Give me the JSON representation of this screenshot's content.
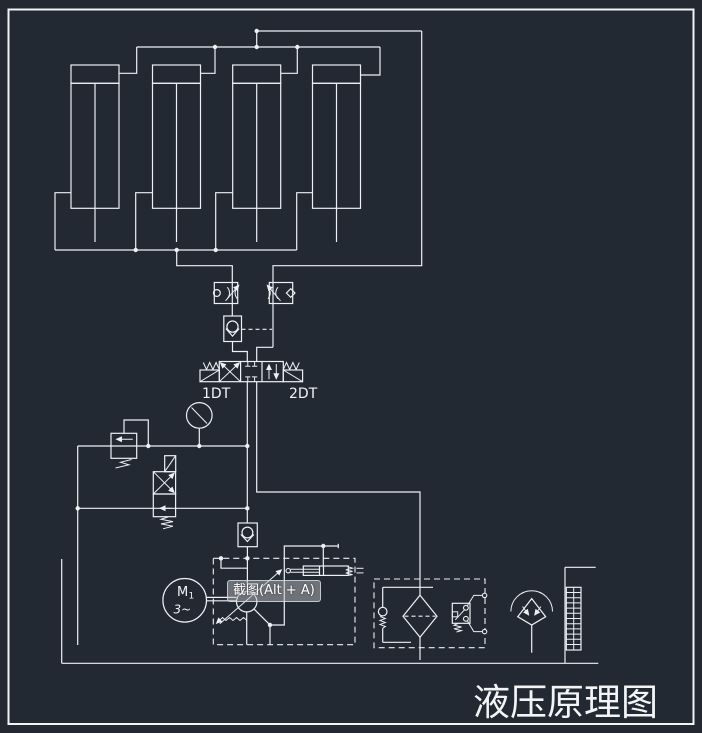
{
  "drawing": {
    "title": "液压原理图",
    "directional_valve": {
      "solenoid_left_label": "1DT",
      "solenoid_right_label": "2DT"
    },
    "motor": {
      "label": "M",
      "subscript": "1",
      "phase": "3~"
    }
  },
  "overlay_tooltip": {
    "text": "截图(Alt + A)"
  },
  "colors": {
    "background": "#222933",
    "line": "#eef1f4",
    "tooltip_bg": "rgba(185,188,192,0.5)"
  }
}
